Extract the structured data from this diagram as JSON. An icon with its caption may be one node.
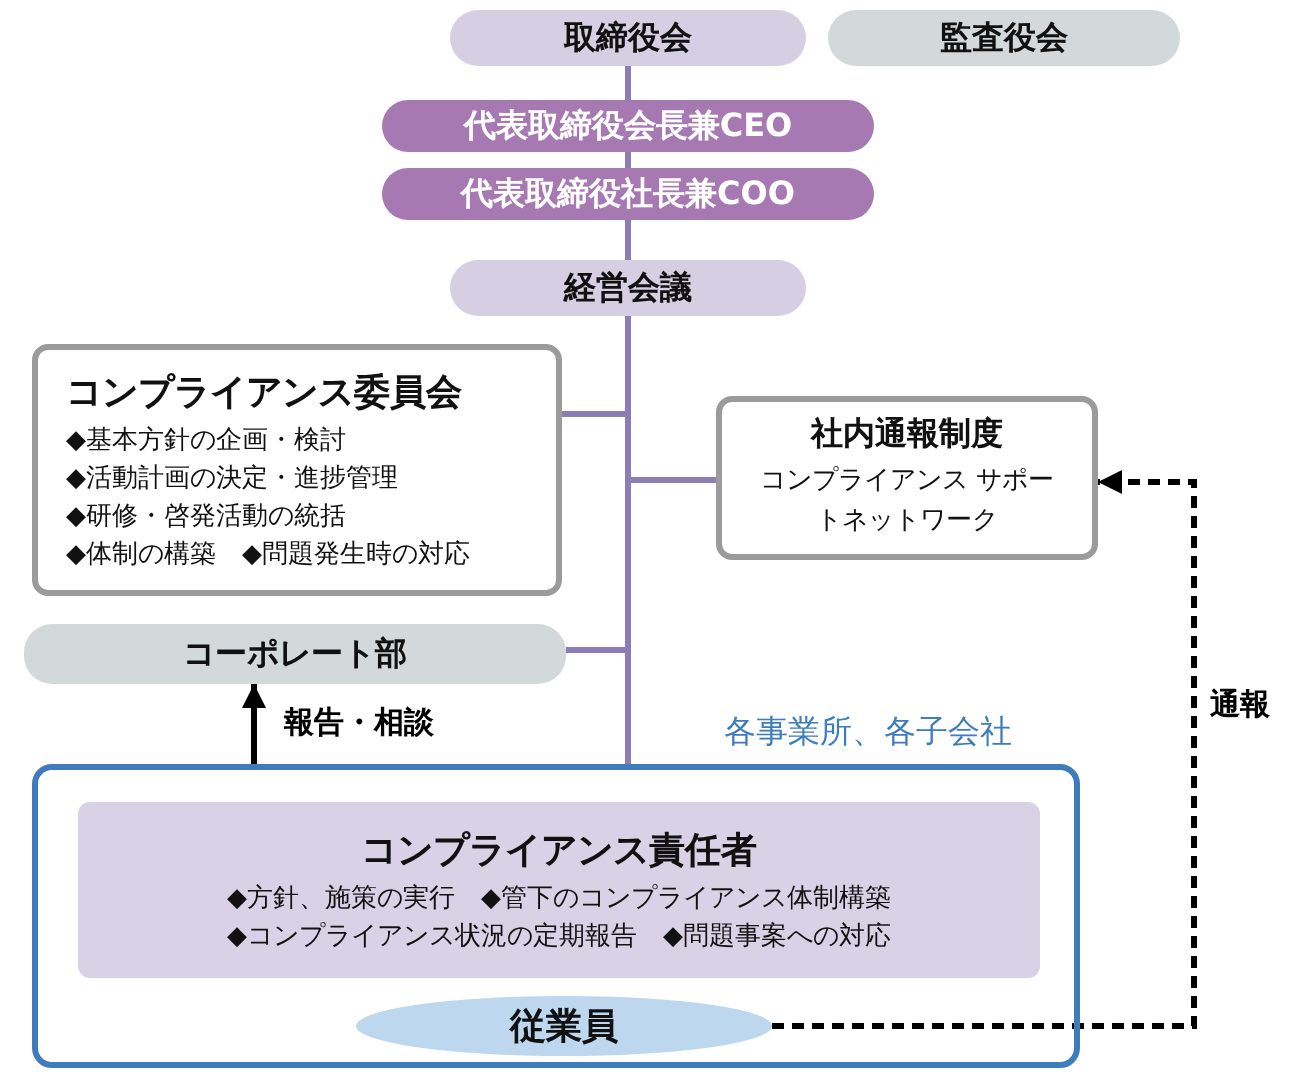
{
  "diagram": {
    "nodes": [
      {
        "text": [
          "取締役会"
        ]
      },
      {
        "text": [
          "監査役会"
        ]
      },
      {
        "text": [
          "代表取締役会長兼CEO"
        ]
      },
      {
        "text": [
          "代表取締役社長兼COO"
        ]
      },
      {
        "text": [
          "経営会議"
        ]
      },
      {
        "text": [
          "コンプライアンス委員会",
          "◆基本方針の企画・検討",
          "◆活動計画の決定・進捗管理",
          "◆研修・啓発活動の統括",
          "◆体制の構築　◆問題発生時の対応"
        ]
      },
      {
        "text": [
          "社内通報制度",
          "コンプライアンス サポートネットワーク"
        ]
      },
      {
        "text": [
          "コーポレート部"
        ]
      },
      {
        "text": [
          "各事業所、各子会社"
        ]
      },
      {
        "text": [
          "コンプライアンス責任者",
          "◆方針、施策の実行　◆管下のコンプライアンス体制構築",
          "◆コンプライアンス状況の定期報告　◆問題事案への対応"
        ],
        "in": 8
      },
      {
        "text": [
          "従業員"
        ],
        "in": 8
      }
    ],
    "edges": [
      {
        "from": 0,
        "to": 2,
        "arrow": "none"
      },
      {
        "from": 2,
        "to": 3,
        "arrow": "none"
      },
      {
        "from": 3,
        "to": 4,
        "arrow": "none"
      },
      {
        "from": 4,
        "to": 5,
        "arrow": "none"
      },
      {
        "from": 4,
        "to": 6,
        "arrow": "none"
      },
      {
        "from": 4,
        "to": 7,
        "arrow": "none"
      },
      {
        "from": 4,
        "to": 8,
        "arrow": "none"
      },
      {
        "from": 8,
        "to": 7,
        "arrow": "to",
        "label": "報告・相談",
        "color": "#000000"
      },
      {
        "from": 10,
        "to": 6,
        "arrow": "to",
        "label": "通報",
        "style": "dashed",
        "color": "#000000"
      }
    ]
  }
}
